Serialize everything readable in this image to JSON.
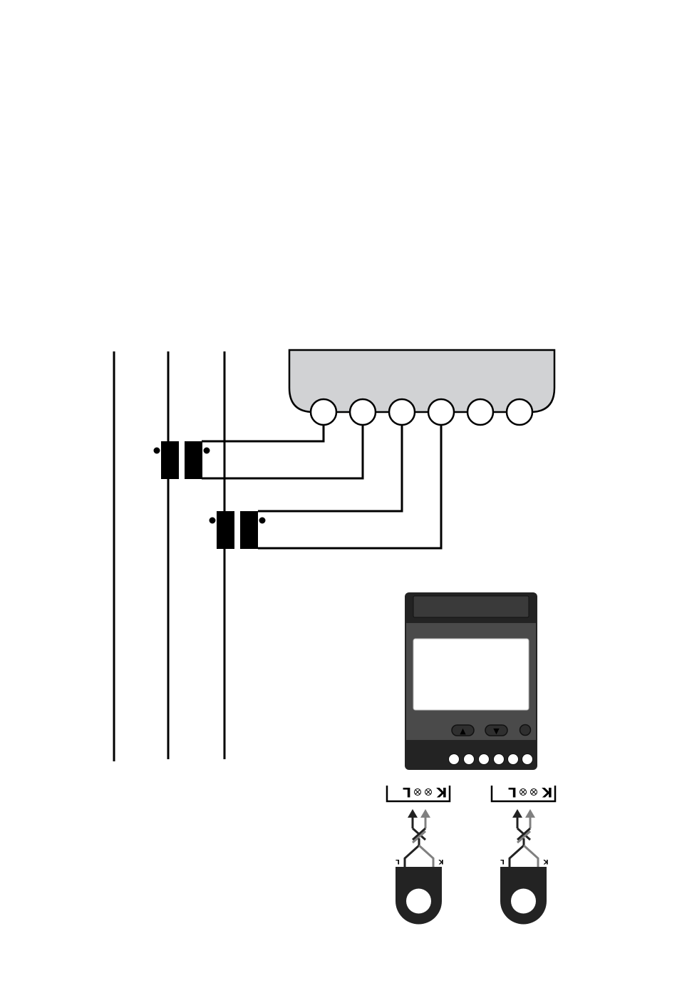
{
  "meter_terminals": {
    "count": 6
  },
  "meter_device": {
    "terminal_count": 6,
    "up_button_glyph": "▲",
    "down_button_glyph": "▼"
  },
  "ct_clamp_1": {
    "label_k": "K",
    "label_l": "L",
    "lead_k": "K",
    "lead_l": "L"
  },
  "ct_clamp_2": {
    "label_k": "K",
    "label_l": "L",
    "lead_k": "K",
    "lead_l": "L"
  },
  "colors": {
    "line": "#000000",
    "meter_body": "#d1d2d4",
    "device_dark": "#232323",
    "device_mid": "#3a3a3a",
    "device_face": "#4a4a4a",
    "lead_grey": "#808080"
  }
}
